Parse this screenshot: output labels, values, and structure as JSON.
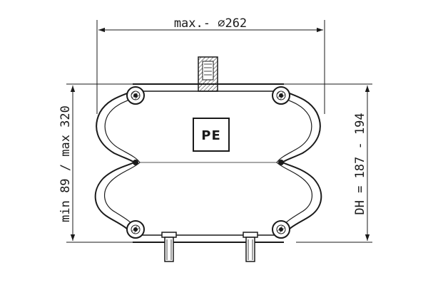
{
  "dimensions": {
    "diameter_label": "max.- ⌀262",
    "height_range_label": "min 89 / max 320",
    "design_height_label": "DH = 187 - 194"
  },
  "logo": {
    "text": "PE"
  },
  "colors": {
    "line": "#1a1a1a",
    "background": "#ffffff"
  }
}
